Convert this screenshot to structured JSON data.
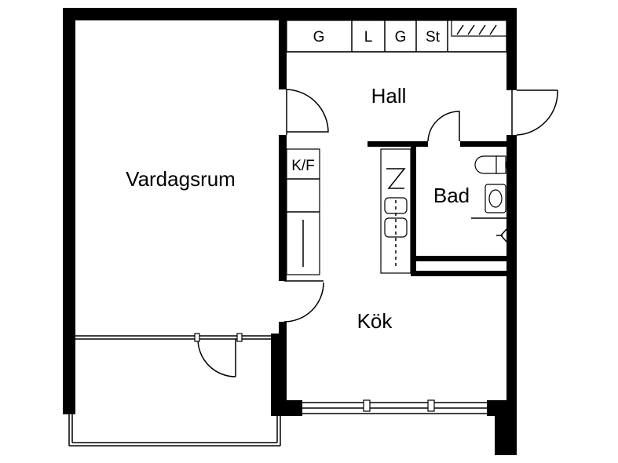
{
  "rooms": {
    "living_room": "Vardagsrum",
    "hall": "Hall",
    "bathroom": "Bad",
    "kitchen": "Kök"
  },
  "closets": [
    "G",
    "L",
    "G",
    "St"
  ],
  "fridge_freezer": "K/F",
  "colors": {
    "wall": "#000000",
    "background": "#ffffff"
  }
}
